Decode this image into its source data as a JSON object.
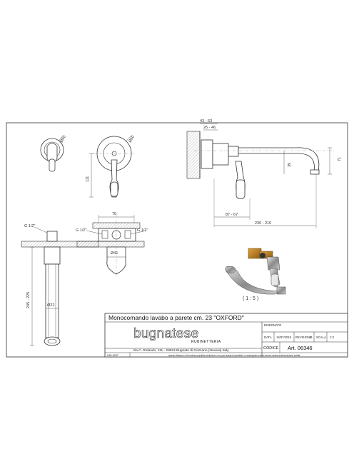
{
  "drawing": {
    "dimensions": {
      "top_43_63": "43 - 63",
      "top_26_46": "26 - 46",
      "dia_60_left": "Ø60",
      "dia_60_mid": "Ø60",
      "h_111": "111",
      "h_39": "39",
      "h_71": "71",
      "w_87_67": "87 - 67",
      "w_230_210": "230 - 210",
      "w_70": "70",
      "dia_41": "Ø41",
      "dia_22": "Ø22",
      "h_245_225": "245 - 225",
      "g_half_left": "G 1/2\"",
      "g_half_mid_left": "G 1/2\"",
      "g_half_mid_right": "G 1/2\""
    },
    "scale_label": "( 1 : 5 )"
  },
  "title_block": {
    "title": "Monocomando lavabo a parete cm. 23 \"OXFORD\"",
    "brand_name": "bugnatese",
    "brand_sub": "RUBINETTERIA",
    "address": "Via C. Rolando, 111 - 28024 Bugnate di Gozzano (Novara) Italy",
    "disegnato_label": "DISEGNATO",
    "data_label": "DATA",
    "data_value": "14/07/2015",
    "revisione_label": "REVISIONE",
    "revisione_value": "0",
    "scala_label": "SCALA",
    "scala_value": "1:3",
    "codice_label": "CODICE",
    "codice_value": "Art. 06346",
    "uni_label": "UNI 8037",
    "disclaimer": "questo disegno è di nostra proprietà esclusiva e non può essere riprodotto o consegnato a terzi senza nostra autorizzazione scritta"
  }
}
